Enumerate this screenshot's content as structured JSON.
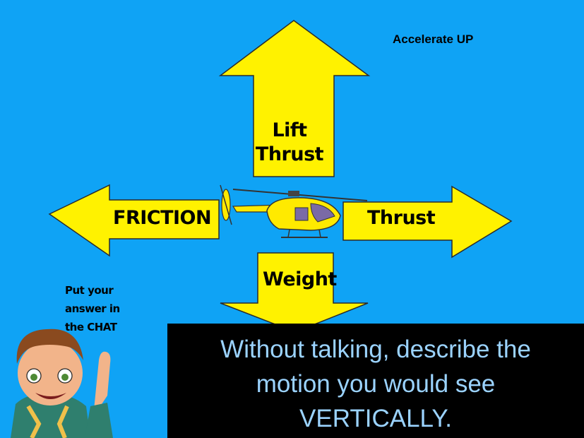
{
  "caption": "Accelerate UP",
  "forces": {
    "up": [
      "Lift",
      "Thrust"
    ],
    "left": "FRICTION",
    "right": "Thrust",
    "down": "Weight"
  },
  "note": [
    "Put your",
    "answer in",
    "the CHAT"
  ],
  "question": [
    "Without talking, describe the",
    "motion you would see",
    "VERTICALLY."
  ],
  "colors": {
    "background": "#0fa3f5",
    "arrow": "#fff200",
    "question_box": "#000000",
    "question_text": "#9bd3ff",
    "helicopter": "#ffea00"
  },
  "icons": [
    "helicopter-icon",
    "avatar"
  ]
}
